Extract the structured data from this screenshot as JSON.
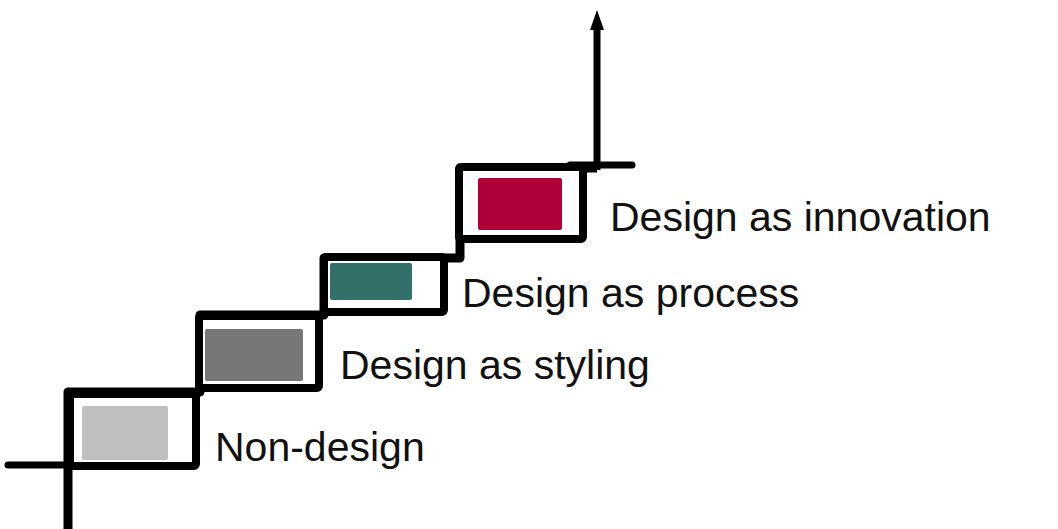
{
  "diagram": {
    "nodes": [
      {
        "text": [
          "Design as innovation"
        ]
      },
      {
        "text": [
          "Design as process"
        ]
      },
      {
        "text": [
          "Design as styling"
        ]
      },
      {
        "text": [
          "Non-design"
        ]
      }
    ]
  }
}
